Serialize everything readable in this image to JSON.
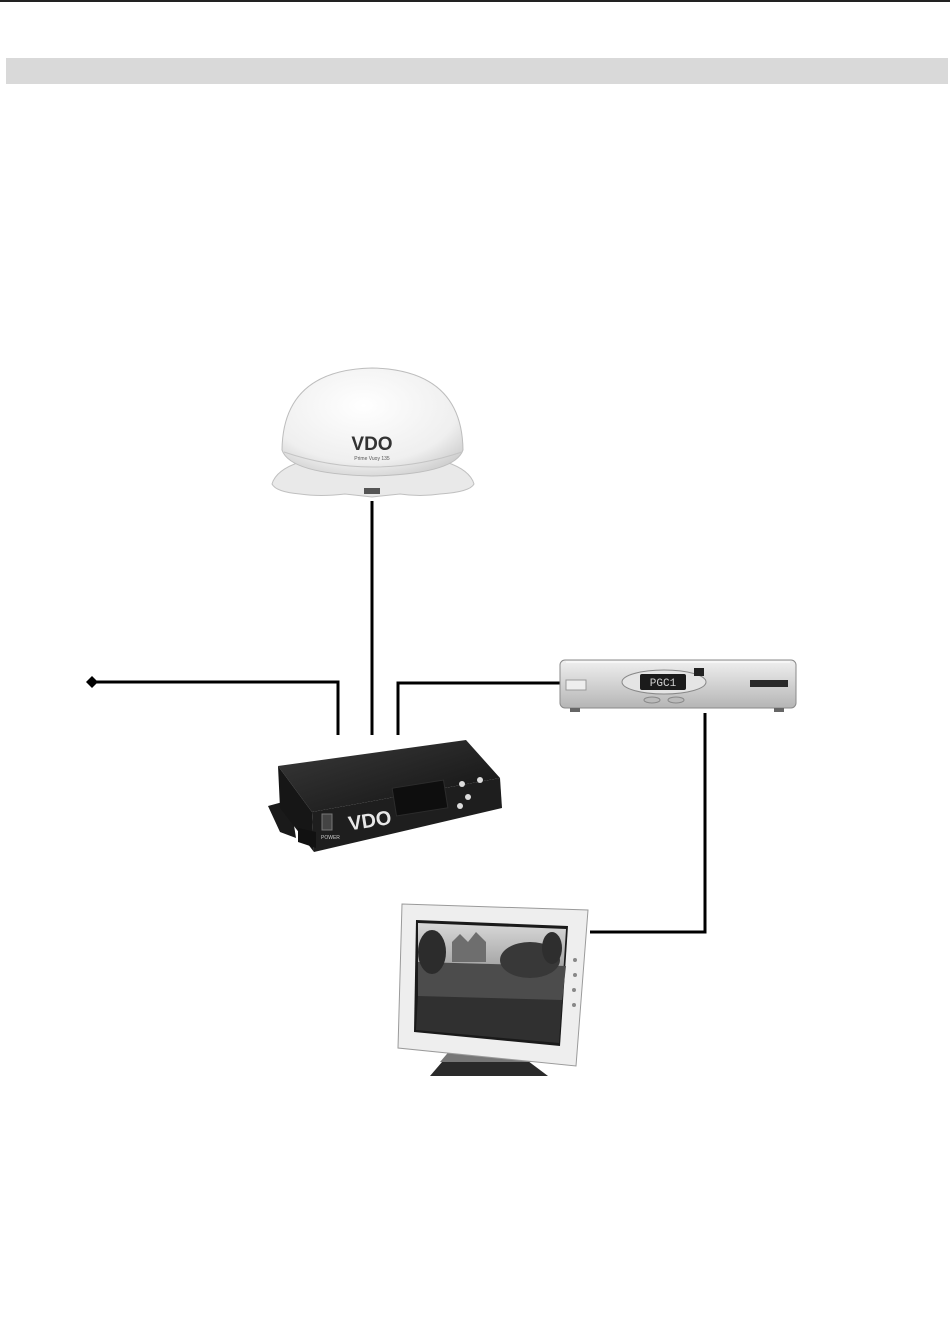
{
  "header": {
    "bar_color": "#d9d9d9"
  },
  "devices": {
    "dome_antenna": {
      "brand": "VDO",
      "model_text": "Prime Vuoy 135"
    },
    "control_box": {
      "brand": "VDO",
      "power_label": "POWER"
    },
    "receiver": {
      "display_text": "PGC1"
    },
    "monitor": {
      "scene": "castle-landscape"
    }
  },
  "colors": {
    "cable": "#000000",
    "dome": "#f2f2f2",
    "control_box": "#222222",
    "receiver": "#dcdcdc",
    "monitor_bezel": "#ececec"
  }
}
